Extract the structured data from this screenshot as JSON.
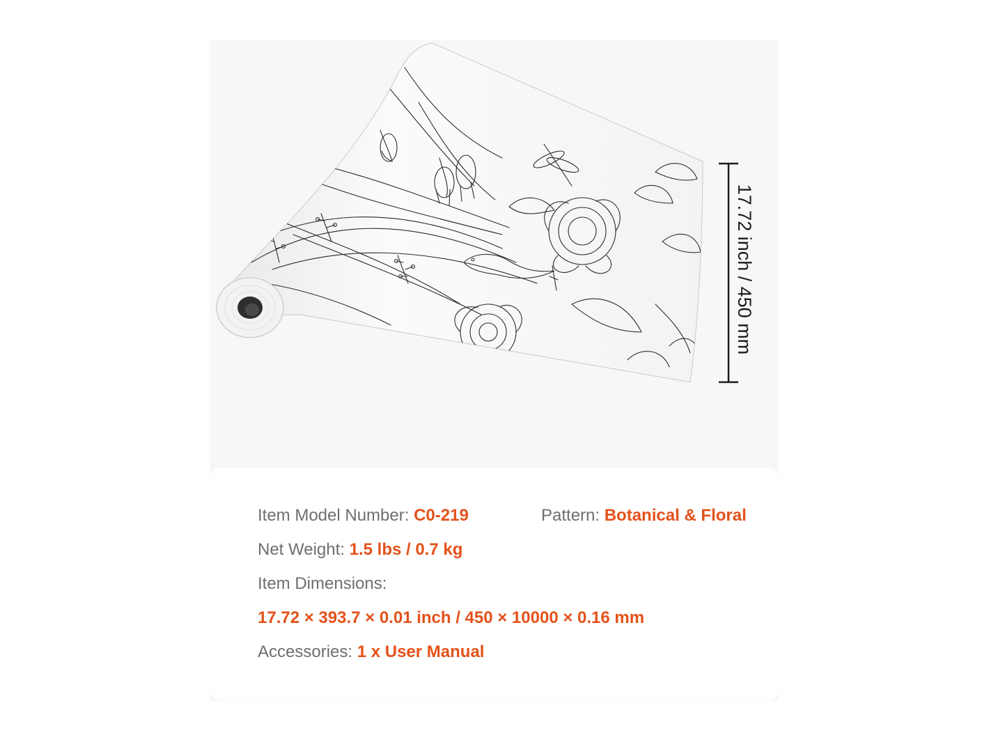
{
  "product": {
    "image_icon": "wallpaper-roll-botanical-floral-sketch",
    "dimension_label": "17.72 inch / 450 mm"
  },
  "specs": {
    "model": {
      "label": "Item Model Number: ",
      "value": "C0-219"
    },
    "pattern": {
      "label": "Pattern: ",
      "value": "Botanical & Floral"
    },
    "weight": {
      "label": "Net Weight: ",
      "value": "1.5 lbs / 0.7 kg"
    },
    "dimensions": {
      "label": "Item Dimensions:",
      "value": "17.72 × 393.7 × 0.01 inch / 450 × 10000 × 0.16 mm"
    },
    "accessories": {
      "label": "Accessories: ",
      "value": "1 x User Manual"
    }
  },
  "colors": {
    "label_gray": "#6e6e6e",
    "accent_orange": "#e4521b",
    "panel_background": "#f7f7f7"
  }
}
